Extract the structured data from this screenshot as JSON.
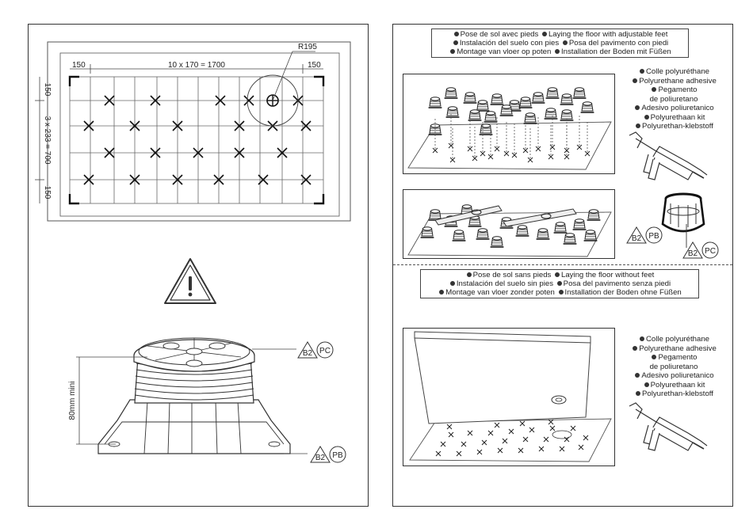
{
  "left": {
    "dimensions": {
      "left_margin": "150",
      "columns": "10 x 170 = 1700",
      "right_margin": "150",
      "radius": "R195",
      "top_margin": "150",
      "rows": "3 x 233 = 700",
      "bottom_margin": "150"
    },
    "height_label": "80mm mini",
    "tag_top": {
      "code": "B2",
      "material": "PC"
    },
    "tag_bottom": {
      "code": "B2",
      "material": "PB"
    }
  },
  "right": {
    "section1_header": [
      [
        "Pose de sol avec pieds",
        "Laying the floor with adjustable feet"
      ],
      [
        "Instalación del suelo con pies",
        "Posa del pavimento con piedi"
      ],
      [
        "Montage van vloer op poten",
        "Installation der Boden mit Füßen"
      ]
    ],
    "adhesive_list_1": [
      "Colle polyuréthane",
      "Polyurethane adhesive",
      "Pegamento",
      "de poliuretano",
      "Adesivo poliuretanico",
      "Polyurethaan kit",
      "Polyurethan-klebstoff"
    ],
    "tag_b2pb": {
      "code": "B2",
      "material": "PB"
    },
    "tag_b2pc": {
      "code": "B2",
      "material": "PC"
    },
    "section2_header": [
      [
        "Pose de sol sans pieds",
        "Laying the floor without feet"
      ],
      [
        "Instalación del suelo sin pies",
        "Posa del pavimento senza piedi"
      ],
      [
        "Montage van vloer zonder poten",
        "Installation der Boden ohne Füßen"
      ]
    ],
    "adhesive_list_2": [
      "Colle polyuréthane",
      "Polyurethane adhesive",
      "Pegamento",
      "de poliuretano",
      "Adesivo poliuretanico",
      "Polyurethaan kit",
      "Polyurethan-klebstoff"
    ]
  }
}
